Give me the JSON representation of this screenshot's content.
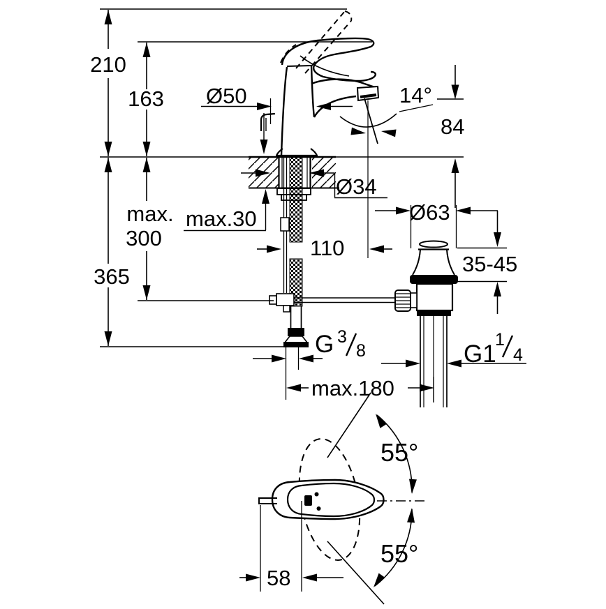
{
  "drawing": {
    "type": "product-dimension-diagram",
    "subject": "single-lever basin mixer faucet with pop-up waste, side view and top view",
    "colors": {
      "line": "#000000",
      "background": "#ffffff"
    },
    "dims": {
      "overall_height": "210",
      "fixture_height": "163",
      "base_diameter": "Ø50",
      "stream_angle": "14°",
      "outlet_height": "84",
      "hole_diameter": "Ø34",
      "deck_note": "max.30",
      "below_max_word": "max.",
      "below_max_value": "300",
      "below_total": "365",
      "spout_reach": "110",
      "waste_cap_diameter": "Ø63",
      "counter_thickness_range": "35-45",
      "supply_thread_base": "G",
      "supply_thread_numerator": "3",
      "supply_thread_denominator": "8",
      "waste_thread_base": "G1",
      "waste_thread_numerator": "1",
      "waste_thread_denominator": "4",
      "center_span": "max.180",
      "swivel_upper": "55°",
      "swivel_lower": "55°",
      "handle_offset": "58"
    }
  }
}
